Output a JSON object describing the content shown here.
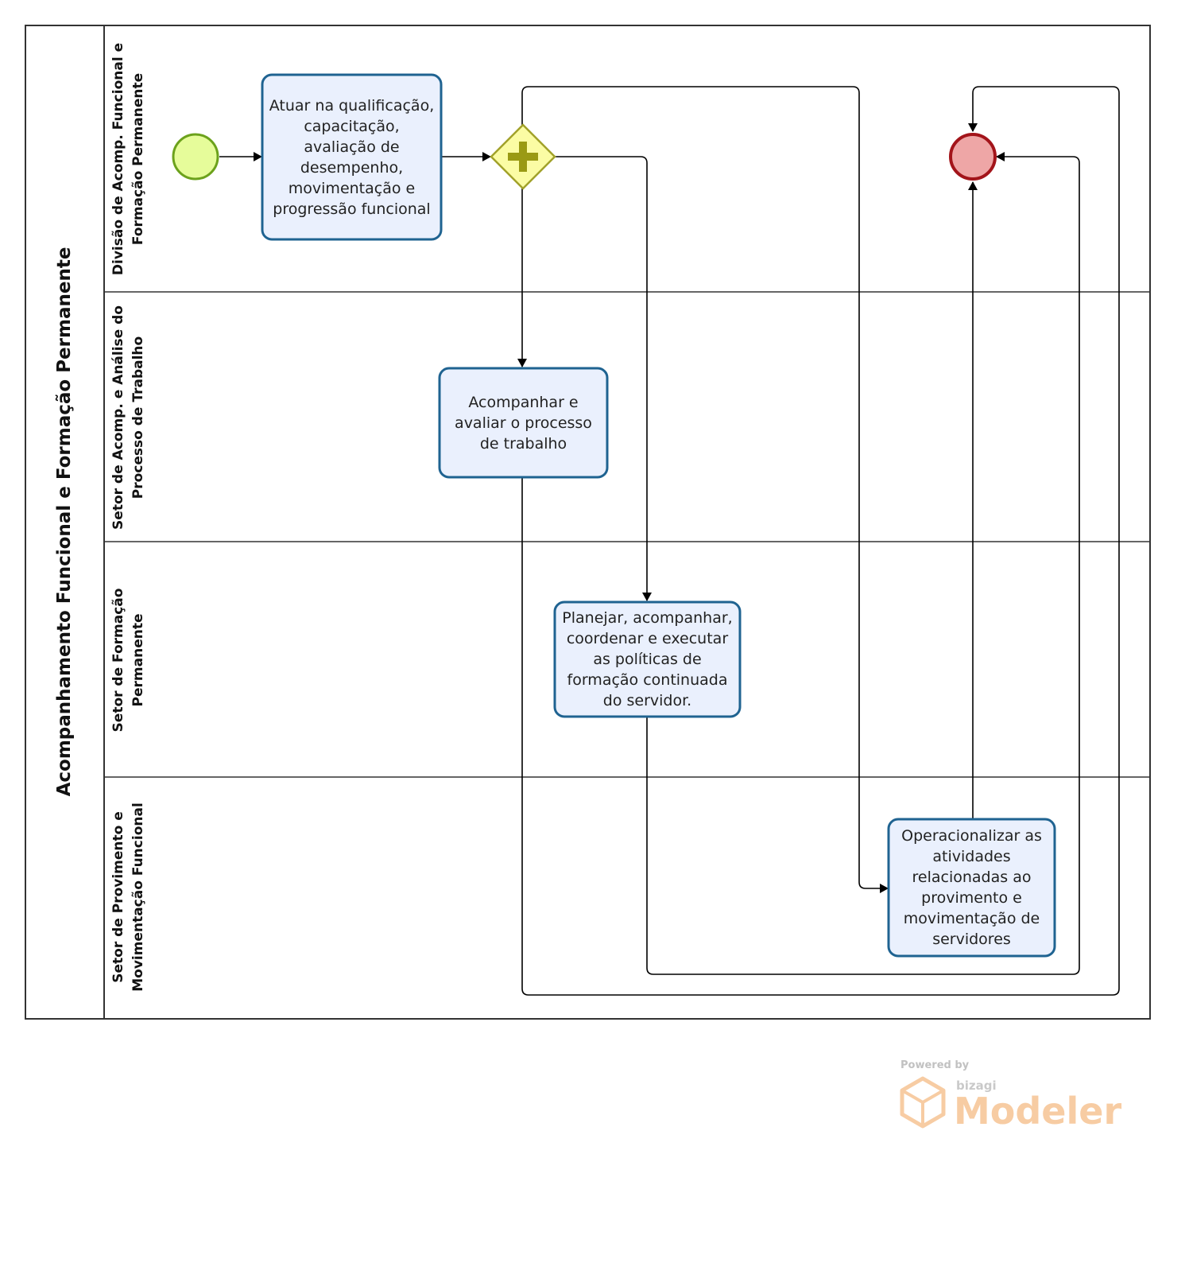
{
  "pool": {
    "title": "Acompanhamento Funcional e Formação Permanente"
  },
  "lanes": [
    {
      "line1": "Divisão de Acomp. Funcional e",
      "line2": "Formação Permanente"
    },
    {
      "line1": "Setor de Acomp. e Análise do",
      "line2": "Processo de Trabalho"
    },
    {
      "line1": "Setor de Formação",
      "line2": "Permanente"
    },
    {
      "line1": "Setor de Provimento e",
      "line2": "Movimentação Funcional"
    }
  ],
  "tasks": {
    "atuar": "Atuar na qualificação, capacitação, avaliação de desempenho, movimentação e progressão funcional",
    "acompanhar": "Acompanhar e avaliar o processo de trabalho",
    "planejar": "Planejar, acompanhar, coordenar e executar as políticas de formação continuada do servidor.",
    "operacionalizar": "Operacionalizar as atividades relacionadas ao provimento e movimentação de servidores"
  },
  "colors": {
    "task_fill": "#eaf0fd",
    "task_stroke": "#1f6391",
    "start_fill": "#e6fc9a",
    "start_stroke": "#6ca21c",
    "end_fill": "#eea6a6",
    "end_stroke": "#a3141a",
    "gateway_fill": "#fbfca4",
    "gateway_stroke": "#a2a22a",
    "gateway_plus": "#9a9a14"
  },
  "icons": {
    "gateway": "parallel-gateway-plus-icon",
    "logo": "bizagi-cube-logo-icon"
  },
  "watermark": {
    "powered": "Powered by",
    "brand": "bizagi",
    "product": "Modeler"
  }
}
